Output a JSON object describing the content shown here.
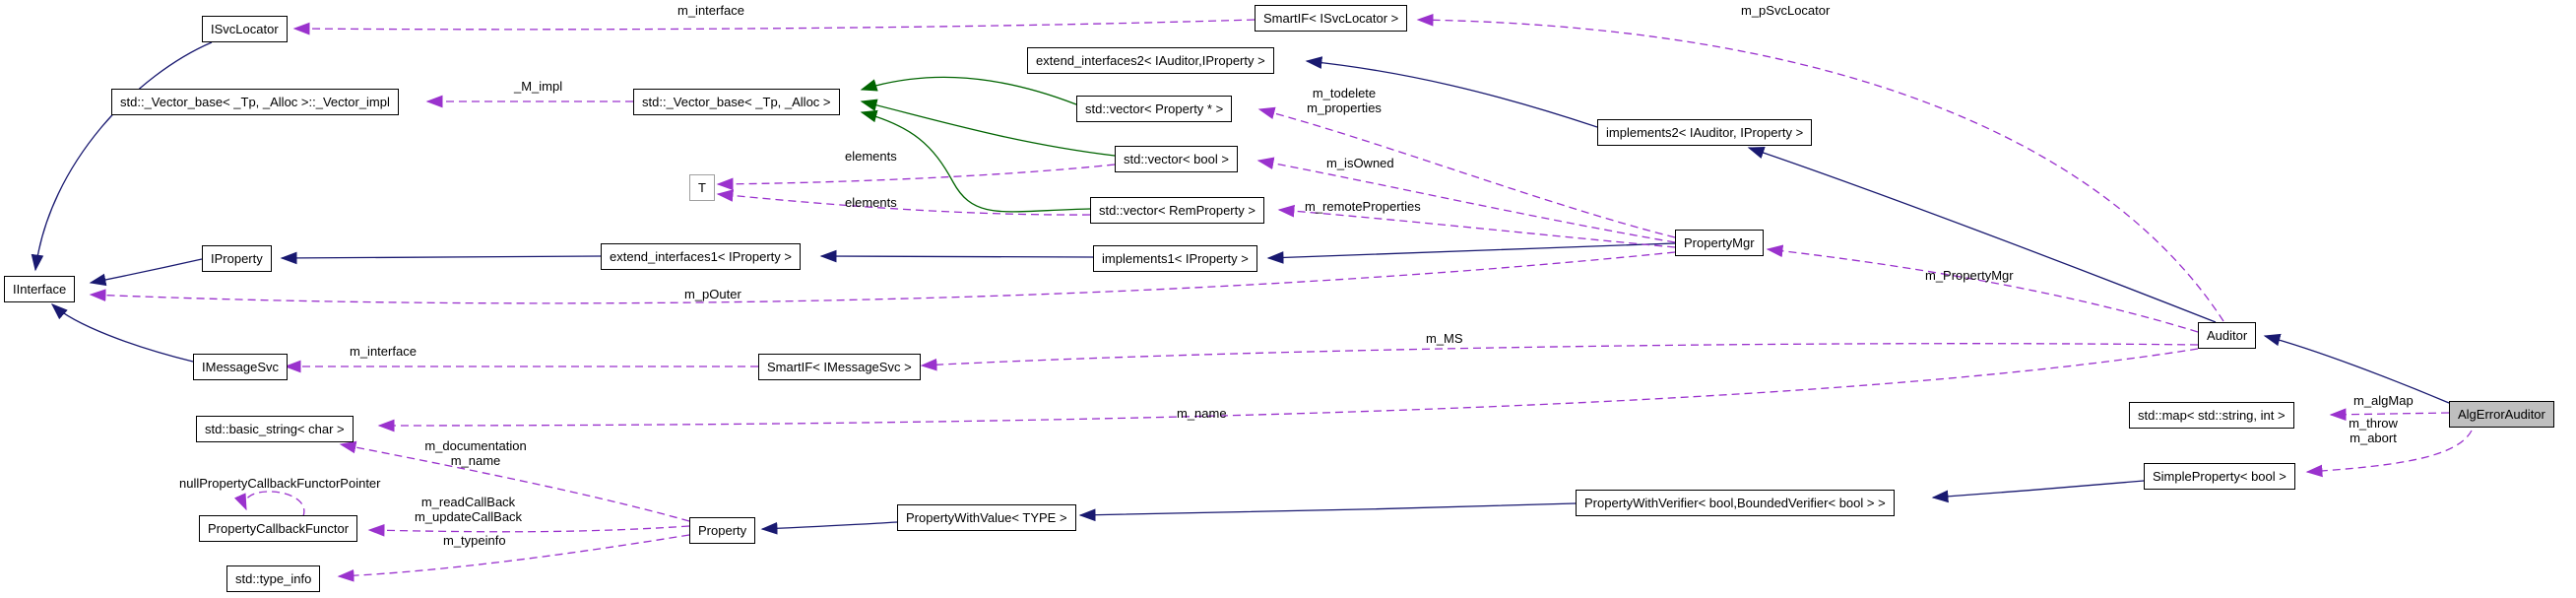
{
  "diagram_type": "class-collaboration-graph",
  "focus_class": "AlgErrorAuditor",
  "colors": {
    "background": "#ffffff",
    "inheritance_edge": "#191970",
    "protected_inheritance_edge": "#006400",
    "usage_edge": "#9a32cd",
    "node_fill": "#ffffff",
    "node_border": "#000000",
    "template_param_border": "#9f9f9f",
    "focus_node_fill": "#bfbfbf",
    "label_text": "#000000"
  },
  "nodes": {
    "iinterface": {
      "label": "IInterface"
    },
    "isvclocator": {
      "label": "ISvcLocator"
    },
    "vector_impl": {
      "label": "std::_Vector_base< _Tp, _Alloc >::_Vector_impl"
    },
    "iproperty": {
      "label": "IProperty"
    },
    "imessagesvc": {
      "label": "IMessageSvc"
    },
    "basic_string": {
      "label": "std::basic_string< char >"
    },
    "callback_functor": {
      "label": "PropertyCallbackFunctor"
    },
    "type_info": {
      "label": "std::type_info"
    },
    "vector_base": {
      "label": "std::_Vector_base< _Tp, _Alloc >"
    },
    "t_param": {
      "label": "T"
    },
    "extend1": {
      "label": "extend_interfaces1< IProperty >"
    },
    "smartif_imsg": {
      "label": "SmartIF< IMessageSvc >"
    },
    "property": {
      "label": "Property"
    },
    "prop_with_value": {
      "label": "PropertyWithValue< TYPE >"
    },
    "extend2": {
      "label": "extend_interfaces2< IAuditor,IProperty >"
    },
    "vector_prop": {
      "label": "std::vector< Property * >"
    },
    "vector_bool": {
      "label": "std::vector< bool >"
    },
    "vector_rem": {
      "label": "std::vector< RemProperty >"
    },
    "implements1": {
      "label": "implements1< IProperty >"
    },
    "smartif_isvc": {
      "label": "SmartIF< ISvcLocator >"
    },
    "implements2": {
      "label": "implements2< IAuditor, IProperty >"
    },
    "propertymgr": {
      "label": "PropertyMgr"
    },
    "auditor": {
      "label": "Auditor"
    },
    "std_map": {
      "label": "std::map< std::string, int >"
    },
    "algerrorauditor": {
      "label": "AlgErrorAuditor"
    },
    "simpleproperty": {
      "label": "SimpleProperty< bool >"
    },
    "prop_with_verifier": {
      "label": "PropertyWithVerifier< bool,BoundedVerifier< bool > >"
    }
  },
  "edge_labels": {
    "m_interface_top": "m_interface",
    "m_psvclocator": "m_pSvcLocator",
    "m_impl": "_M_impl",
    "m_todelete_properties": "m_todelete\nm_properties",
    "m_isowned": "m_isOwned",
    "m_remoteproperties": "m_remoteProperties",
    "elements_1": "elements",
    "elements_2": "elements",
    "m_pouter": "m_pOuter",
    "m_propertymgr": "m_PropertyMgr",
    "m_interface_bottom": "m_interface",
    "m_ms": "m_MS",
    "m_name_long": "m_name",
    "m_algmap": "m_algMap",
    "m_throw_abort": "m_throw\nm_abort",
    "m_documentation_name": "m_documentation\nm_name",
    "null_functor_pointer": "nullPropertyCallbackFunctorPointer",
    "m_read_update_callback": "m_readCallBack\nm_updateCallBack",
    "m_typeinfo": "m_typeinfo"
  },
  "edges": [
    {
      "from": "ISvcLocator",
      "to": "IInterface",
      "style": "public-inheritance"
    },
    {
      "from": "IProperty",
      "to": "IInterface",
      "style": "public-inheritance"
    },
    {
      "from": "IMessageSvc",
      "to": "IInterface",
      "style": "public-inheritance"
    },
    {
      "from": "extend_interfaces1< IProperty >",
      "to": "IProperty",
      "style": "public-inheritance"
    },
    {
      "from": "implements1< IProperty >",
      "to": "extend_interfaces1< IProperty >",
      "style": "public-inheritance"
    },
    {
      "from": "PropertyMgr",
      "to": "implements1< IProperty >",
      "style": "public-inheritance"
    },
    {
      "from": "implements2< IAuditor, IProperty >",
      "to": "extend_interfaces2< IAuditor,IProperty >",
      "style": "public-inheritance"
    },
    {
      "from": "Auditor",
      "to": "implements2< IAuditor, IProperty >",
      "style": "public-inheritance"
    },
    {
      "from": "AlgErrorAuditor",
      "to": "Auditor",
      "style": "public-inheritance"
    },
    {
      "from": "SimpleProperty< bool >",
      "to": "PropertyWithVerifier< bool,BoundedVerifier< bool > >",
      "style": "public-inheritance"
    },
    {
      "from": "PropertyWithVerifier< bool,BoundedVerifier< bool > >",
      "to": "PropertyWithValue< TYPE >",
      "style": "public-inheritance"
    },
    {
      "from": "PropertyWithValue< TYPE >",
      "to": "Property",
      "style": "public-inheritance"
    },
    {
      "from": "std::vector< Property * >",
      "to": "std::_Vector_base< _Tp, _Alloc >",
      "style": "protected-inheritance"
    },
    {
      "from": "std::vector< bool >",
      "to": "std::_Vector_base< _Tp, _Alloc >",
      "style": "protected-inheritance"
    },
    {
      "from": "std::vector< RemProperty >",
      "to": "std::_Vector_base< _Tp, _Alloc >",
      "style": "protected-inheritance"
    },
    {
      "from": "SmartIF< ISvcLocator >",
      "to": "ISvcLocator",
      "style": "usage",
      "label": "m_interface"
    },
    {
      "from": "Auditor",
      "to": "SmartIF< ISvcLocator >",
      "style": "usage",
      "label": "m_pSvcLocator"
    },
    {
      "from": "std::_Vector_base< _Tp, _Alloc >",
      "to": "std::_Vector_base< _Tp, _Alloc >::_Vector_impl",
      "style": "usage",
      "label": "_M_impl"
    },
    {
      "from": "PropertyMgr",
      "to": "std::vector< Property * >",
      "style": "usage",
      "label": "m_todelete m_properties"
    },
    {
      "from": "PropertyMgr",
      "to": "std::vector< bool >",
      "style": "usage",
      "label": "m_isOwned"
    },
    {
      "from": "PropertyMgr",
      "to": "std::vector< RemProperty >",
      "style": "usage",
      "label": "m_remoteProperties"
    },
    {
      "from": "PropertyMgr",
      "to": "IInterface",
      "style": "usage",
      "label": "m_pOuter"
    },
    {
      "from": "std::vector< bool >",
      "to": "T",
      "style": "usage",
      "label": "elements"
    },
    {
      "from": "std::vector< RemProperty >",
      "to": "T",
      "style": "usage",
      "label": "elements"
    },
    {
      "from": "SmartIF< IMessageSvc >",
      "to": "IMessageSvc",
      "style": "usage",
      "label": "m_interface"
    },
    {
      "from": "Auditor",
      "to": "SmartIF< IMessageSvc >",
      "style": "usage",
      "label": "m_MS"
    },
    {
      "from": "Auditor",
      "to": "PropertyMgr",
      "style": "usage",
      "label": "m_PropertyMgr"
    },
    {
      "from": "Auditor",
      "to": "std::basic_string< char >",
      "style": "usage",
      "label": "m_name"
    },
    {
      "from": "AlgErrorAuditor",
      "to": "std::map< std::string, int >",
      "style": "usage",
      "label": "m_algMap"
    },
    {
      "from": "AlgErrorAuditor",
      "to": "SimpleProperty< bool >",
      "style": "usage",
      "label": "m_throw m_abort"
    },
    {
      "from": "Property",
      "to": "std::basic_string< char >",
      "style": "usage",
      "label": "m_documentation m_name"
    },
    {
      "from": "Property",
      "to": "PropertyCallbackFunctor",
      "style": "usage",
      "label": "m_readCallBack m_updateCallBack"
    },
    {
      "from": "Property",
      "to": "std::type_info",
      "style": "usage",
      "label": "m_typeinfo"
    },
    {
      "from": "PropertyCallbackFunctor",
      "to": "PropertyCallbackFunctor",
      "style": "usage",
      "label": "nullPropertyCallbackFunctorPointer"
    }
  ]
}
